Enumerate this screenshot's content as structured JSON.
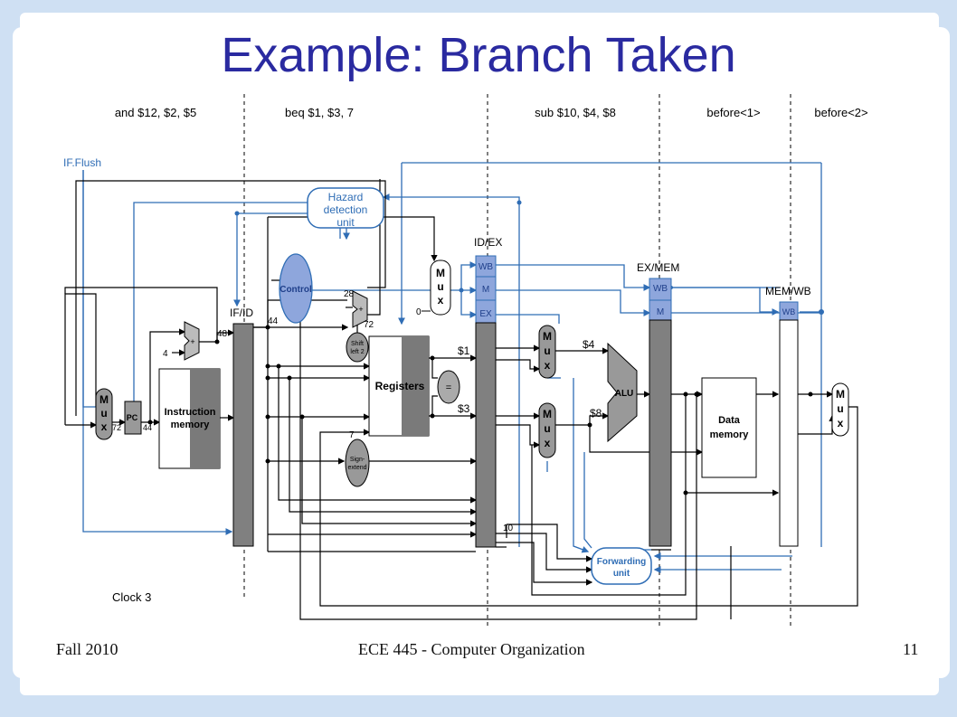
{
  "slide": {
    "title": "Example: Branch Taken",
    "footer": {
      "left": "Fall 2010",
      "center": "ECE 445 - Computer Organization",
      "page": "11"
    }
  },
  "colors": {
    "title": "#2a2aa0",
    "blue_wire": "#2f6db5",
    "pipe_reg": "#808080",
    "stage_field": "#8ea6dc"
  },
  "diagram": {
    "stage_instructions": [
      "and $12, $2, $5",
      "beq $1, $3, 7",
      "sub $10, $4, $8",
      "before<1>",
      "before<2>"
    ],
    "if_flush": "IF.Flush",
    "hazard_unit": [
      "Hazard",
      "detection",
      "unit"
    ],
    "control": "Control",
    "registers": "Registers",
    "alu": "ALU",
    "pc": "PC",
    "instruction_memory": [
      "Instruction",
      "memory"
    ],
    "data_memory": [
      "Data",
      "memory"
    ],
    "forwarding_unit": [
      "Forwarding",
      "unit"
    ],
    "shift_left": [
      "Shift",
      "left 2"
    ],
    "sign_extend": [
      "Sign-",
      "extend"
    ],
    "equal_sign": "=",
    "mux_letters": [
      "M",
      "u",
      "x"
    ],
    "pipe_regs": {
      "if_id": "IF/ID",
      "id_ex": "ID/EX",
      "ex_mem": "EX/MEM",
      "mem_wb": "MEM/WB"
    },
    "fields": {
      "wb": "WB",
      "m": "M",
      "ex": "EX"
    },
    "clock": "Clock 3",
    "values": {
      "pc_value": "72",
      "four": "4",
      "npc": "48",
      "if_id_pc": "44",
      "pc_out": "44",
      "branch_offset": "28",
      "branch_target": "72",
      "imm": "7",
      "mux_zero": "0",
      "reg_rs": "$1",
      "reg_rt": "$3",
      "alu_a": "$4",
      "alu_b": "$8",
      "rd": "10"
    }
  }
}
